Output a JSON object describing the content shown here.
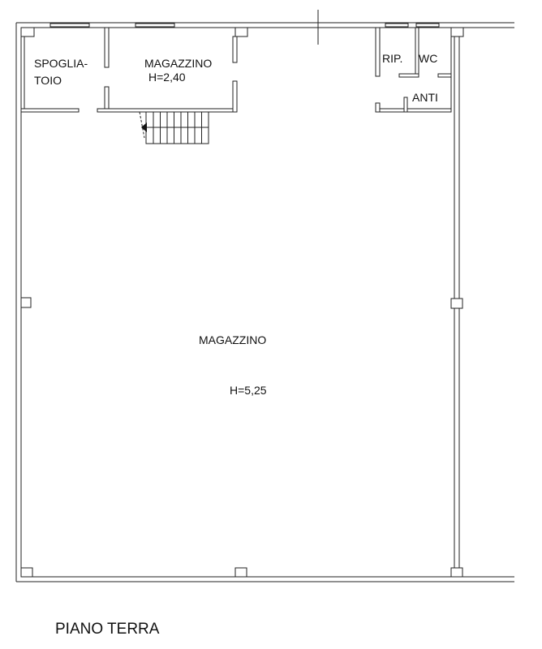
{
  "plan": {
    "title": "PIANO TERRA",
    "rooms": {
      "spogliatoio_line1": "SPOGLIA-",
      "spogliatoio_line2": "TOIO",
      "magazzino_small": "MAGAZZINO",
      "magazzino_small_height": "H=2,40",
      "ripostiglio": "RIP.",
      "wc": "WC",
      "anti": "ANTI",
      "magazzino_main": "MAGAZZINO",
      "magazzino_main_height": "H=5,25"
    },
    "colors": {
      "line": "#222222",
      "background": "#ffffff"
    }
  }
}
